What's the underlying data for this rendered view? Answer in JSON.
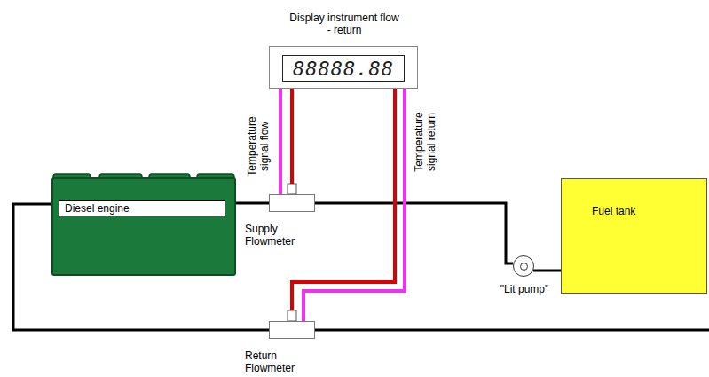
{
  "diagram": {
    "nodes": [
      {
        "text": [
          "Display instrument flow - return"
        ]
      },
      {
        "text": [
          "88888.88"
        ],
        "in": 0
      },
      {
        "text": [
          "Diesel engine"
        ]
      },
      {
        "text": [
          "Supply Flowmeter"
        ]
      },
      {
        "text": [
          "Fuel tank"
        ]
      },
      {
        "text": [
          "\"Lit pump\""
        ]
      },
      {
        "text": [
          "Return Flowmeter"
        ]
      }
    ],
    "edges": [
      {
        "from": 4,
        "to": 5,
        "arrow": "none"
      },
      {
        "from": 5,
        "to": 3,
        "arrow": "none"
      },
      {
        "from": 3,
        "to": 2,
        "arrow": "none"
      },
      {
        "from": 2,
        "to": 6,
        "arrow": "none"
      },
      {
        "from": 0,
        "to": 3,
        "arrow": "none"
      },
      {
        "from": 0,
        "to": 3,
        "arrow": "none"
      },
      {
        "from": 0,
        "to": 6,
        "arrow": "none"
      },
      {
        "from": 0,
        "to": 6,
        "arrow": "none"
      }
    ],
    "labels": [
      "Temperature signal flow",
      "Temperature signal return"
    ]
  }
}
